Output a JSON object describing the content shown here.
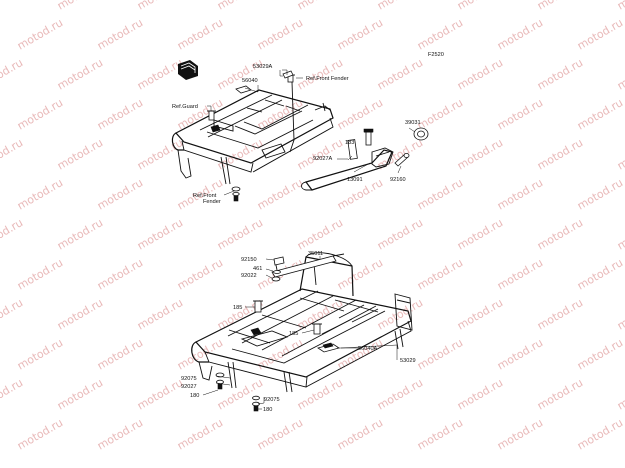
{
  "diagram_id": "F2520",
  "watermark": "motod.ru",
  "labels": {
    "l53029A": "53029A",
    "l56040": "56040",
    "lRefFrontFenderTop": "Ref.Front Fender",
    "lRefGuard": "Ref.Guard",
    "lRefFrontFender2a": "Ref.Front",
    "lRefFrontFender2b": "Fender",
    "l39031": "39031",
    "l92027A": "92027A",
    "l13091": "13091",
    "l92160": "92160",
    "l35011": "35011",
    "l92150": "92150",
    "l461": "461",
    "l92022": "92022",
    "l185a": "185",
    "l185b": "185",
    "l56040A": "56040A",
    "l53029": "53029",
    "l92075a": "92075",
    "l92027": "92027",
    "l180a": "180",
    "l92075b": "92075",
    "l180b": "180",
    "l183": "183"
  }
}
